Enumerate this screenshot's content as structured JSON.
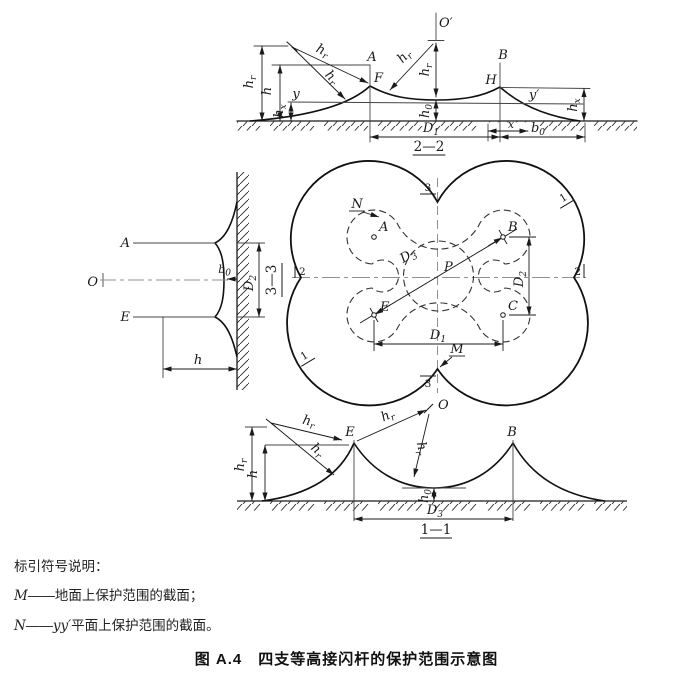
{
  "figure": {
    "caption": "图 A.4　四支等高接闪杆的保护范围示意图",
    "legend_title": "标引符号说明：",
    "legend": [
      {
        "symbol": "M",
        "dash": "——",
        "prefix": "",
        "text": "地面上保护范围的截面；"
      },
      {
        "symbol": "N",
        "dash": "——",
        "prefix": "yy′",
        "text": "平面上保护范围的截面。"
      }
    ]
  },
  "sections": {
    "top": "2—2",
    "side": "3—3",
    "bottom": "1—1"
  },
  "markers": {
    "one": "1",
    "two": "2",
    "three": "3"
  },
  "points": {
    "A": "A",
    "B": "B",
    "C": "C",
    "E": "E",
    "F": "F",
    "H": "H",
    "M": "M",
    "N": "N",
    "O": "O",
    "O_prime": "O′",
    "P": "P"
  },
  "axes": {
    "x": "x",
    "y": "y",
    "y_prime": "y′"
  },
  "dims": {
    "h": "h",
    "b": "b",
    "D": "D",
    "sub_r": "r",
    "sub_x": "x",
    "sub_0": "0",
    "sub_1": "1",
    "sub_2": "2",
    "sub_3": "3"
  }
}
